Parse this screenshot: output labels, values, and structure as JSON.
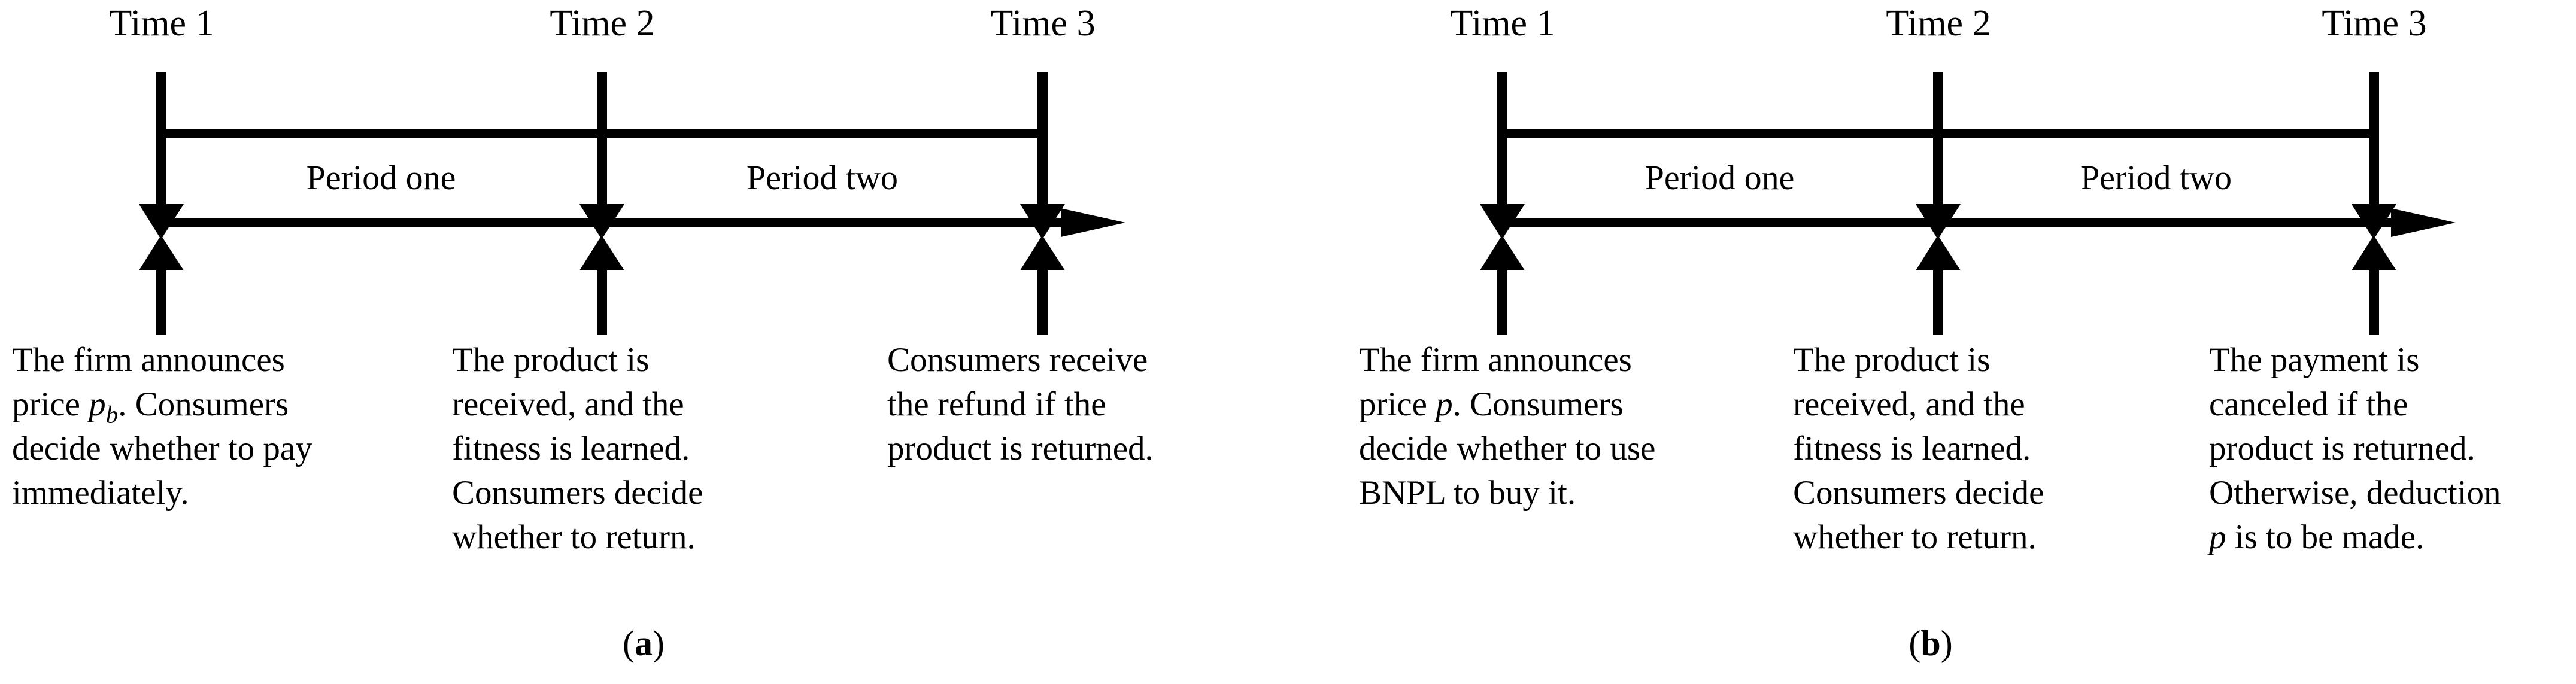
{
  "figure": {
    "background_color": "#ffffff",
    "stroke_color": "#000000",
    "panel_count": 2
  },
  "panels": [
    {
      "id": "a",
      "caption_open": "(",
      "caption_letter": "a",
      "caption_close": ")",
      "time_labels": [
        "Time 1",
        "Time 2",
        "Time 3"
      ],
      "period_labels": [
        "Period one",
        "Period two"
      ],
      "events": [
        {
          "lines": [
            {
              "text": "The firm announces"
            },
            {
              "text": "price ",
              "math": "p",
              "sub": "b",
              "after": ". Consumers"
            },
            {
              "text": "decide whether to pay"
            },
            {
              "text": "immediately."
            }
          ],
          "plain": "The firm announces price pb. Consumers decide whether to pay immediately."
        },
        {
          "lines": [
            {
              "text": "The product is"
            },
            {
              "text": "received, and the"
            },
            {
              "text": "fitness is learned."
            },
            {
              "text": "Consumers decide"
            },
            {
              "text": "whether to return."
            }
          ],
          "plain": "The product is received, and the fitness is learned. Consumers decide whether to return."
        },
        {
          "lines": [
            {
              "text": "Consumers receive"
            },
            {
              "text": "the refund if the"
            },
            {
              "text": "product is returned."
            }
          ],
          "plain": "Consumers receive the refund if the product is returned."
        }
      ]
    },
    {
      "id": "b",
      "caption_open": "(",
      "caption_letter": "b",
      "caption_close": ")",
      "time_labels": [
        "Time 1",
        "Time 2",
        "Time 3"
      ],
      "period_labels": [
        "Period one",
        "Period two"
      ],
      "events": [
        {
          "lines": [
            {
              "text": "The firm announces"
            },
            {
              "text": "price ",
              "math": "p",
              "sub": "",
              "after": ". Consumers"
            },
            {
              "text": "decide whether to use"
            },
            {
              "text": "BNPL to buy it."
            }
          ],
          "plain": "The firm announces price p. Consumers decide whether to use BNPL to buy it."
        },
        {
          "lines": [
            {
              "text": "The product is"
            },
            {
              "text": "received, and the"
            },
            {
              "text": "fitness is learned."
            },
            {
              "text": "Consumers decide"
            },
            {
              "text": "whether to return."
            }
          ],
          "plain": "The product is received, and the fitness is learned. Consumers decide whether to return."
        },
        {
          "lines": [
            {
              "text": "The payment is"
            },
            {
              "text": "canceled if the"
            },
            {
              "text": "product is returned."
            },
            {
              "text": "Otherwise, deduction"
            },
            {
              "math": "p",
              "after": " is to be made."
            }
          ],
          "plain": "The payment is canceled if the product is returned. Otherwise, deduction p is to be made."
        }
      ]
    }
  ],
  "panel_a": {
    "caption_open": "(",
    "caption_letter": "a",
    "caption_close": ")",
    "time_1": "Time 1",
    "time_2": "Time 2",
    "time_3": "Time 3",
    "period_one": "Period one",
    "period_two": "Period two",
    "event_1_line_1": "The firm announces",
    "event_1_line_2_pre": "price ",
    "event_1_line_2_math": "p",
    "event_1_line_2_sub": "b",
    "event_1_line_2_post": ". Consumers",
    "event_1_line_3": "decide whether to pay",
    "event_1_line_4": "immediately.",
    "event_2_line_1": "The product is",
    "event_2_line_2": "received, and the",
    "event_2_line_3": "fitness is learned.",
    "event_2_line_4": "Consumers decide",
    "event_2_line_5": "whether to return.",
    "event_3_line_1": "Consumers receive",
    "event_3_line_2": "the refund if the",
    "event_3_line_3": "product is returned."
  },
  "panel_b": {
    "caption_open": "(",
    "caption_letter": "b",
    "caption_close": ")",
    "time_1": "Time 1",
    "time_2": "Time 2",
    "time_3": "Time 3",
    "period_one": "Period one",
    "period_two": "Period two",
    "event_1_line_1": "The firm announces",
    "event_1_line_2_pre": "price ",
    "event_1_line_2_math": "p",
    "event_1_line_2_post": ". Consumers",
    "event_1_line_3": "decide whether to use",
    "event_1_line_4": "BNPL to buy it.",
    "event_2_line_1": "The product is",
    "event_2_line_2": "received, and the",
    "event_2_line_3": "fitness is learned.",
    "event_2_line_4": "Consumers decide",
    "event_2_line_5": "whether to return.",
    "event_3_line_1": "The payment is",
    "event_3_line_2": "canceled if the",
    "event_3_line_3": "product is returned.",
    "event_3_line_4": "Otherwise, deduction",
    "event_3_line_5_math": "p",
    "event_3_line_5_post": " is to be made."
  }
}
